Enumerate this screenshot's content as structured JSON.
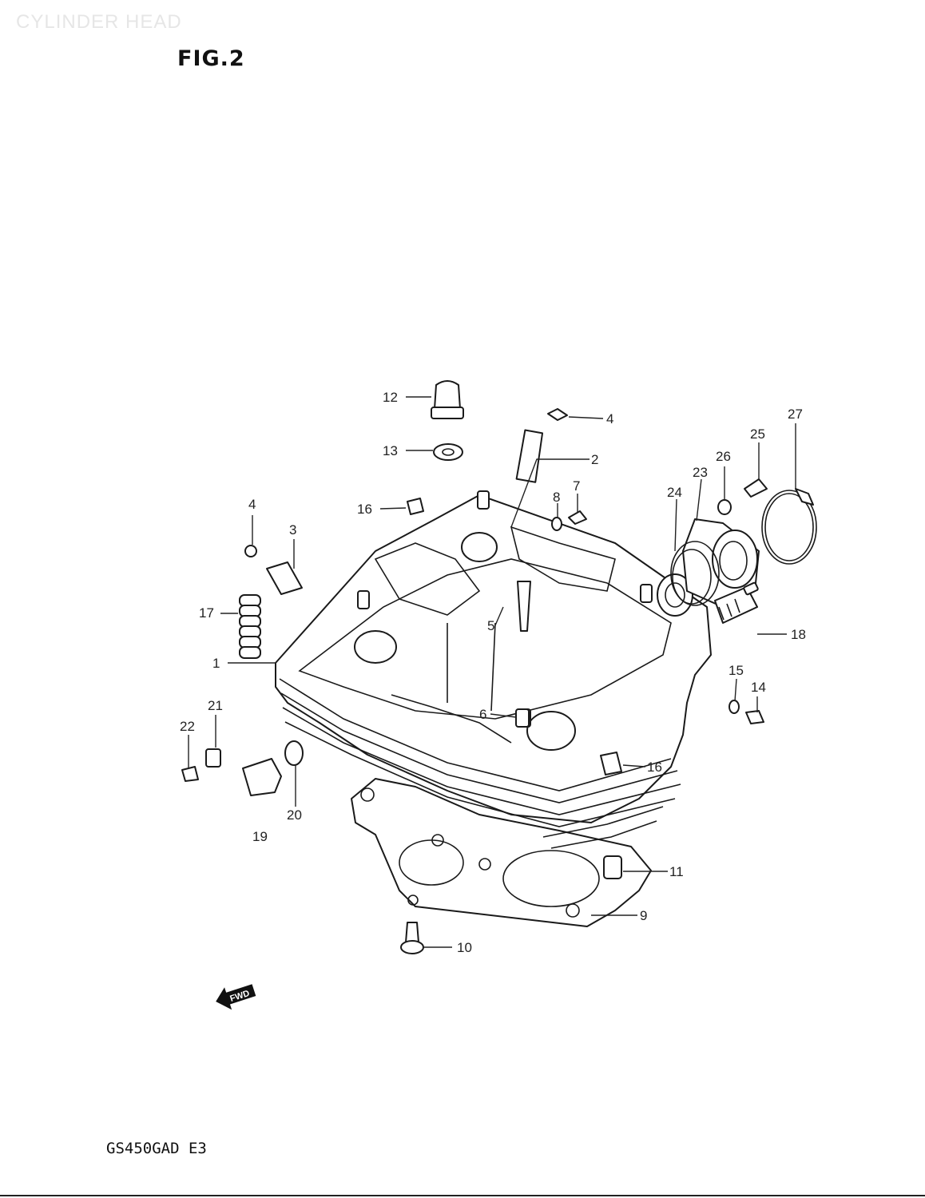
{
  "header": {
    "faint_title": "CYLINDER HEAD",
    "figure_label": "FIG.2"
  },
  "footer": {
    "model_code": "GS450GAD E3"
  },
  "direction_arrow": {
    "label": "FWD",
    "icon": "fwd-arrow-icon"
  },
  "callouts": [
    {
      "id": "c1",
      "label": "1"
    },
    {
      "id": "c2",
      "label": "2"
    },
    {
      "id": "c3",
      "label": "3"
    },
    {
      "id": "c4a",
      "label": "4"
    },
    {
      "id": "c4b",
      "label": "4"
    },
    {
      "id": "c5",
      "label": "5"
    },
    {
      "id": "c6",
      "label": "6"
    },
    {
      "id": "c7",
      "label": "7"
    },
    {
      "id": "c8",
      "label": "8"
    },
    {
      "id": "c9",
      "label": "9"
    },
    {
      "id": "c10",
      "label": "10"
    },
    {
      "id": "c11",
      "label": "11"
    },
    {
      "id": "c12",
      "label": "12"
    },
    {
      "id": "c13",
      "label": "13"
    },
    {
      "id": "c14",
      "label": "14"
    },
    {
      "id": "c15",
      "label": "15"
    },
    {
      "id": "c16a",
      "label": "16"
    },
    {
      "id": "c16b",
      "label": "16"
    },
    {
      "id": "c17",
      "label": "17"
    },
    {
      "id": "c18",
      "label": "18"
    },
    {
      "id": "c19",
      "label": "19"
    },
    {
      "id": "c20",
      "label": "20"
    },
    {
      "id": "c21",
      "label": "21"
    },
    {
      "id": "c22",
      "label": "22"
    },
    {
      "id": "c23",
      "label": "23"
    },
    {
      "id": "c24",
      "label": "24"
    },
    {
      "id": "c25",
      "label": "25"
    },
    {
      "id": "c26",
      "label": "26"
    },
    {
      "id": "c27",
      "label": "27"
    }
  ]
}
